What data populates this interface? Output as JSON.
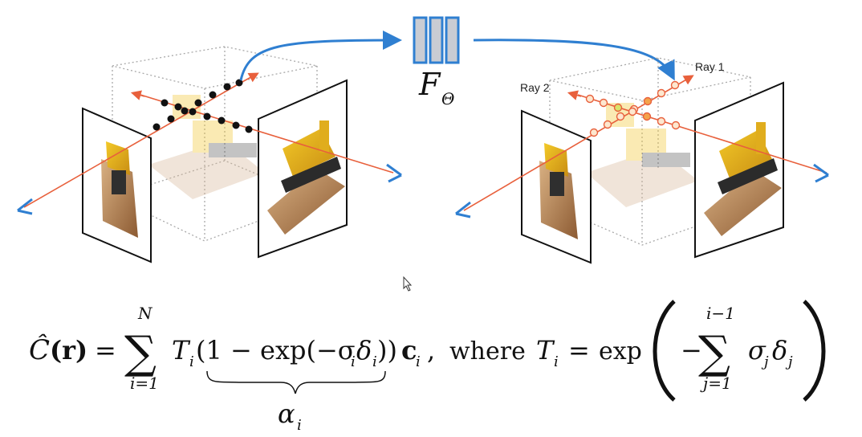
{
  "diagram": {
    "network_label_main": "F",
    "network_label_sub": "Θ",
    "ray1_label": "Ray 1",
    "ray2_label": "Ray 2",
    "colors": {
      "ray": "#e8603c",
      "camera_arrow": "#2f7fd1",
      "network_fill": "#c9ccd3",
      "network_stroke": "#2f7fd1",
      "sample_point_left": "#111111",
      "sample_point_right_fill": "#f4a34b"
    }
  },
  "equation": {
    "lhs_symbol": "Ĉ",
    "lhs_arg": "(r)",
    "equals": "=",
    "sum1_top": "N",
    "sum1_bottom": "i=1",
    "T_i": "T",
    "T_sub": "i",
    "middle": "(1 − exp(−σ",
    "middle_sub_i": "i",
    "middle_delta": "δ",
    "middle_delta_sub": "i",
    "middle_close": "))",
    "c": "c",
    "c_sub": "i",
    "comma": ",",
    "where": "where",
    "T2": "T",
    "T2_sub": "i",
    "equals2": "=",
    "exp": "exp",
    "minus": "−",
    "sum2_top": "i−1",
    "sum2_bottom": "j=1",
    "sigma_j": "σ",
    "sigma_sub": "j",
    "delta_j": "δ",
    "delta_sub": "j",
    "underbrace_label": "α",
    "underbrace_sub": "i"
  }
}
